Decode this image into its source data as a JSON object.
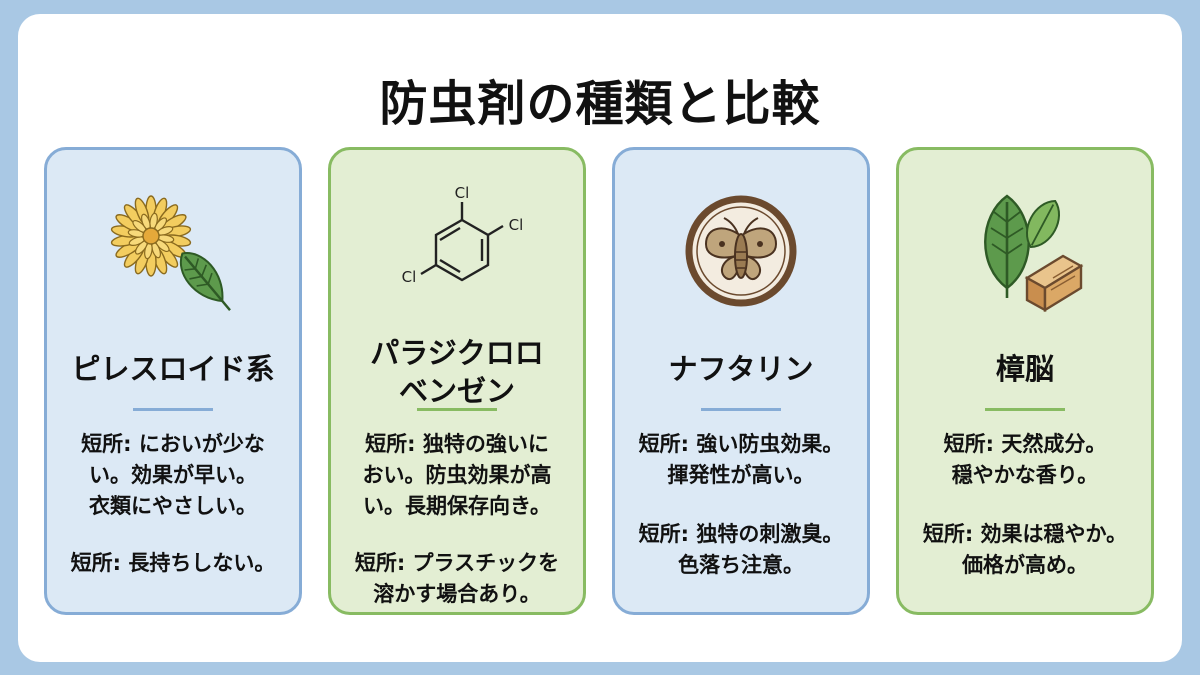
{
  "title": "防虫剤の種類と比較",
  "cards": [
    {
      "title_lines": [
        "ピレスロイド系"
      ],
      "pros_lines": [
        "短所: においが少な",
        "い。効果が早い。",
        "衣類にやさしい。"
      ],
      "cons_lines": [
        "短所: 長持ちしない。"
      ],
      "icon": "chrysanthemum-leaf-icon"
    },
    {
      "title_lines": [
        "パラジクロロ",
        "ベンゼン"
      ],
      "pros_lines": [
        "短所: 独特の強いに",
        "おい。防虫効果が高",
        "い。長期保存向き。"
      ],
      "cons_lines": [
        "短所: プラスチックを",
        "溶かす場合あり。"
      ],
      "icon": "benzene-ring-icon",
      "chem_labels": [
        "Cl",
        "Cl",
        "Cl"
      ]
    },
    {
      "title_lines": [
        "ナフタリン"
      ],
      "pros_lines": [
        "短所: 強い防虫効果。",
        "揮発性が高い。"
      ],
      "cons_lines": [
        "短所: 独特の刺激臭。",
        "色落ち注意。"
      ],
      "icon": "moth-icon"
    },
    {
      "title_lines": [
        "樟脳"
      ],
      "pros_lines": [
        "短所: 天然成分。",
        "穏やかな香り。"
      ],
      "cons_lines": [
        "短所: 効果は穏やか。",
        "価格が高め。"
      ],
      "icon": "leaf-wood-icon"
    }
  ],
  "colors": {
    "background": "#a9c8e4",
    "blue_card": "#dce9f5",
    "blue_border": "#86acd6",
    "green_card": "#e3eed3",
    "green_border": "#88bb62"
  }
}
